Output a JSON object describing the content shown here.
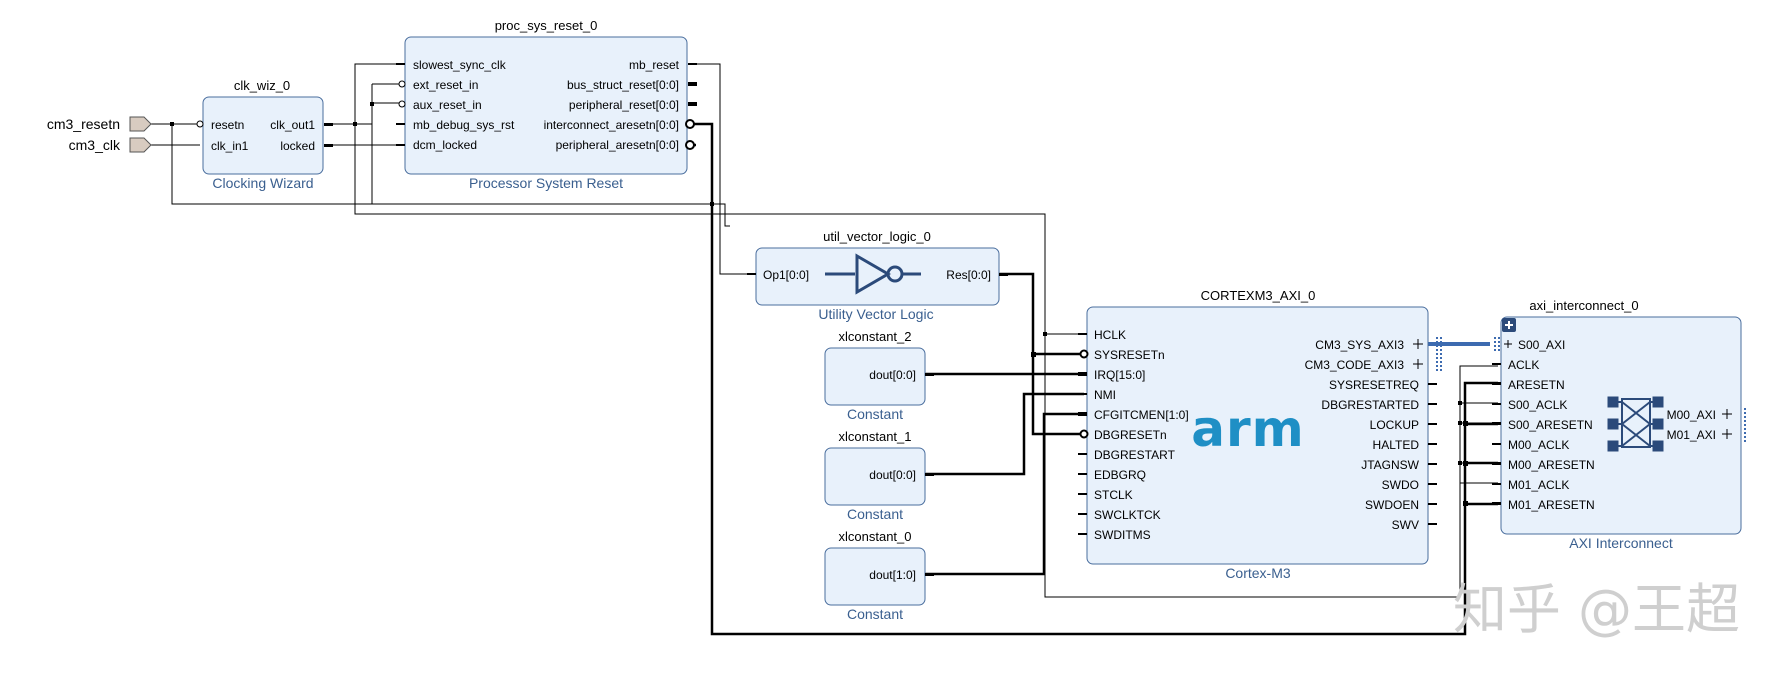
{
  "external_ports": {
    "resetn": "cm3_resetn",
    "clk": "cm3_clk"
  },
  "clk_wiz": {
    "instance": "clk_wiz_0",
    "type": "Clocking Wizard",
    "inputs": [
      "resetn",
      "clk_in1"
    ],
    "outputs": [
      "clk_out1",
      "locked"
    ]
  },
  "proc_sys_reset": {
    "instance": "proc_sys_reset_0",
    "type": "Processor System Reset",
    "inputs": [
      "slowest_sync_clk",
      "ext_reset_in",
      "aux_reset_in",
      "mb_debug_sys_rst",
      "dcm_locked"
    ],
    "outputs": [
      "mb_reset",
      "bus_struct_reset[0:0]",
      "peripheral_reset[0:0]",
      "interconnect_aresetn[0:0]",
      "peripheral_aresetn[0:0]"
    ]
  },
  "util_vector_logic": {
    "instance": "util_vector_logic_0",
    "type": "Utility Vector Logic",
    "input": "Op1[0:0]",
    "output": "Res[0:0]"
  },
  "constants": [
    {
      "instance": "xlconstant_2",
      "type": "Constant",
      "output": "dout[0:0]"
    },
    {
      "instance": "xlconstant_1",
      "type": "Constant",
      "output": "dout[0:0]"
    },
    {
      "instance": "xlconstant_0",
      "type": "Constant",
      "output": "dout[1:0]"
    }
  ],
  "cortex": {
    "instance": "CORTEXM3_AXI_0",
    "type": "Cortex-M3",
    "logo": "arm",
    "inputs": [
      "HCLK",
      "SYSRESETn",
      "IRQ[15:0]",
      "NMI",
      "CFGITCMEN[1:0]",
      "DBGRESETn",
      "DBGRESTART",
      "EDBGRQ",
      "STCLK",
      "SWCLKTCK",
      "SWDITMS"
    ],
    "outputs": [
      "CM3_SYS_AXI3",
      "CM3_CODE_AXI3",
      "SYSRESETREQ",
      "DBGRESTARTED",
      "LOCKUP",
      "HALTED",
      "JTAGNSW",
      "SWDO",
      "SWDOEN",
      "SWV"
    ]
  },
  "axi_interconnect": {
    "instance": "axi_interconnect_0",
    "type": "AXI Interconnect",
    "inputs": [
      "S00_AXI",
      "ACLK",
      "ARESETN",
      "S00_ACLK",
      "S00_ARESETN",
      "M00_ACLK",
      "M00_ARESETN",
      "M01_ACLK",
      "M01_ARESETN"
    ],
    "outputs": [
      "M00_AXI",
      "M01_AXI"
    ]
  },
  "watermark": "知乎 @王超",
  "colors": {
    "block_fill": "#e8f1fb",
    "block_border": "#4a6e9e",
    "caption": "#3a5f8f",
    "bus": "#3d6bb0",
    "arm_logo": "#1f8fc5"
  }
}
